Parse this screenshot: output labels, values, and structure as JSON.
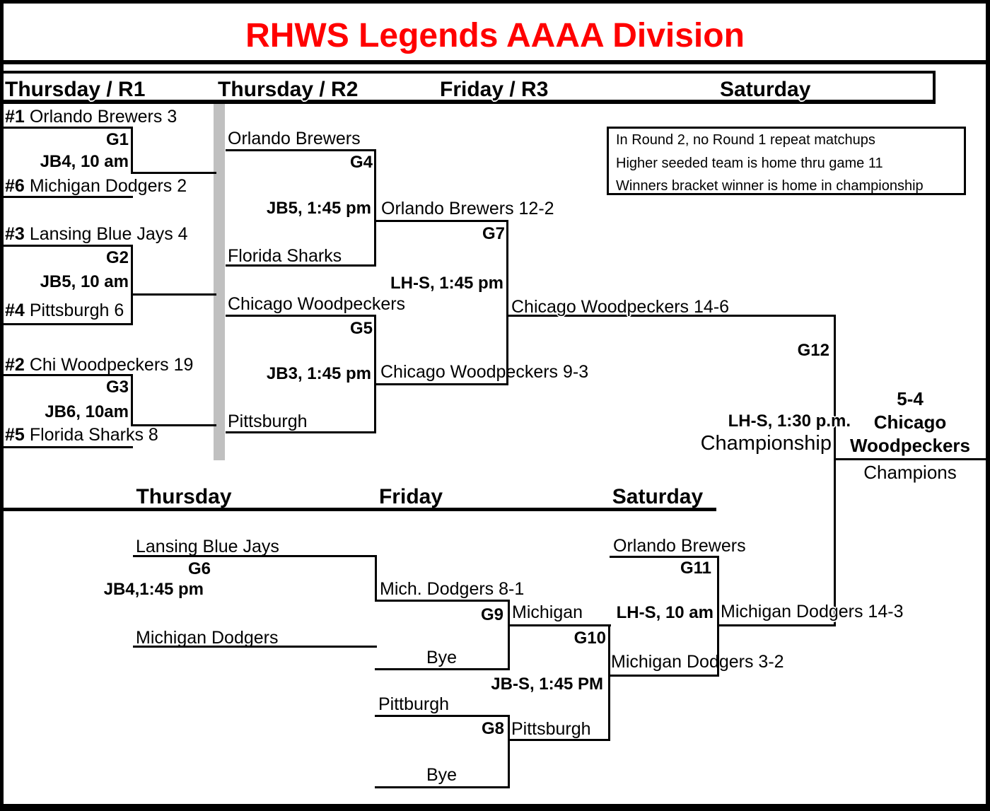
{
  "title": "RHWS Legends AAAA Division",
  "colors": {
    "title_red": "#ff0000",
    "divider_gray": "#c0c0c0",
    "line_black": "#000000"
  },
  "upper_headers": {
    "r1": "Thursday / R1",
    "r2": "Thursday / R2",
    "r3": "Friday / R3",
    "sat": "Saturday"
  },
  "lower_headers": {
    "thu": "Thursday",
    "fri": "Friday",
    "sat": "Saturday"
  },
  "notes": {
    "line1": "In Round 2, no Round 1 repeat matchups",
    "line2": "Higher seeded team is home thru game 11",
    "line3": "Winners bracket winner is home in championship"
  },
  "games": {
    "g1": {
      "label": "G1",
      "info": "JB4, 10 am",
      "seed_top": "#1",
      "team_top": "Orlando Brewers 3",
      "seed_bottom": "#6",
      "team_bottom": "Michigan Dodgers 2"
    },
    "g2": {
      "label": "G2",
      "info": "JB5, 10 am",
      "seed_top": "#3",
      "team_top": "Lansing Blue Jays 4",
      "seed_bottom": "#4",
      "team_bottom": "Pittsburgh 6"
    },
    "g3": {
      "label": "G3",
      "info": "JB6, 10am",
      "seed_top": "#2",
      "team_top": "Chi Woodpeckers 19",
      "seed_bottom": "#5",
      "team_bottom": "Florida Sharks 8"
    },
    "g4": {
      "label": "G4",
      "info": "JB5, 1:45 pm",
      "team_top": "Orlando Brewers",
      "team_bottom": "Florida Sharks",
      "winner": "Orlando Brewers 12-2"
    },
    "g5": {
      "label": "G5",
      "info": "JB3, 1:45 pm",
      "team_top": "Chicago Woodpeckers",
      "team_bottom": "Pittsburgh",
      "winner": "Chicago Woodpeckers 9-3"
    },
    "g7": {
      "label": "G7",
      "info": "LH-S, 1:45 pm",
      "winner": "Chicago Woodpeckers 14-6"
    },
    "g6": {
      "label": "G6",
      "info": "JB4,1:45 pm",
      "team_top": "Lansing Blue Jays",
      "team_bottom": "Michigan Dodgers",
      "winner": "Mich. Dodgers 8-1"
    },
    "g9": {
      "label": "G9",
      "team_bottom": "Bye",
      "winner": "Michigan"
    },
    "g8": {
      "label": "G8",
      "team_top": "Pittburgh",
      "team_bottom": "Bye",
      "winner": "Pittsburgh"
    },
    "g10": {
      "label": "G10",
      "info": "JB-S, 1:45 PM",
      "winner": "Michigan Dodgers 3-2"
    },
    "g11": {
      "label": "G11",
      "info": "LH-S, 10 am",
      "team_top": "Orlando Brewers",
      "winner": "Michigan Dodgers 14-3"
    },
    "g12": {
      "label": "G12",
      "info": "LH-S, 1:30 p.m.",
      "name": "Championship"
    }
  },
  "champion": {
    "score": "5-4",
    "team_line1": "Chicago",
    "team_line2": "Woodpeckers",
    "label": "Champions"
  }
}
